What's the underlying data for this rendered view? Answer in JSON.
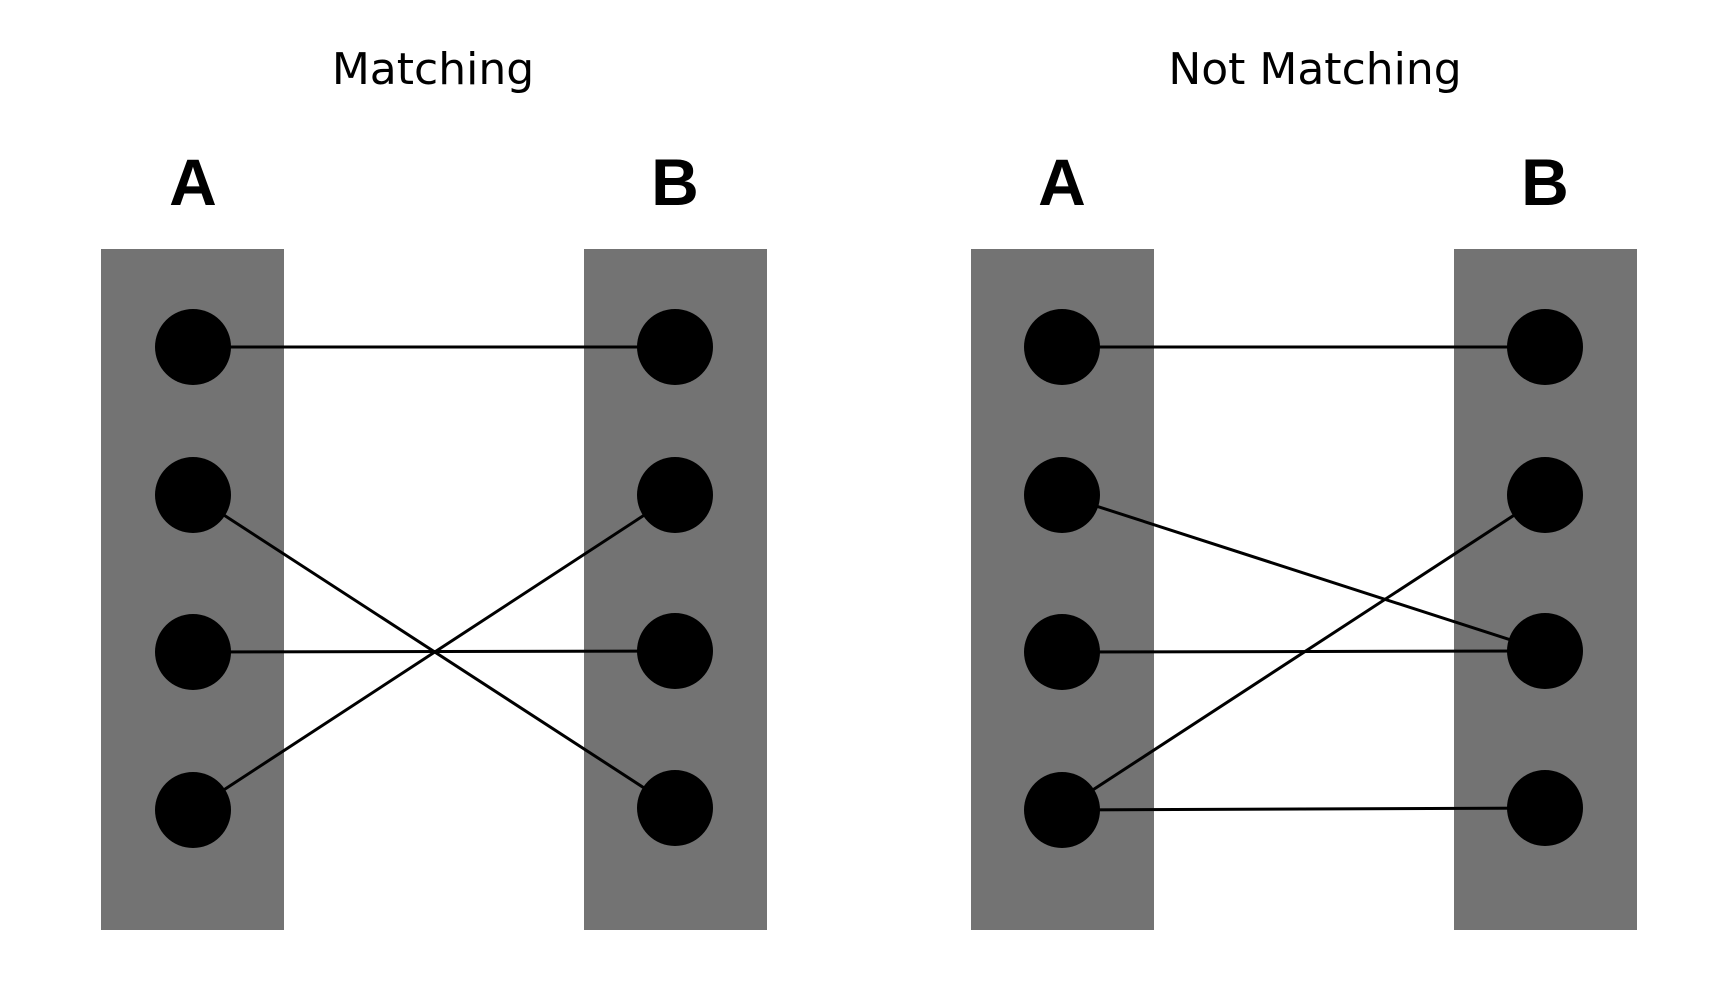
{
  "diagrams": [
    {
      "title": "Matching",
      "left_label": "A",
      "right_label": "B",
      "left_node_count": 4,
      "right_node_count": 4,
      "edges": [
        [
          1,
          1
        ],
        [
          2,
          4
        ],
        [
          3,
          3
        ],
        [
          4,
          2
        ]
      ]
    },
    {
      "title": "Not Matching",
      "left_label": "A",
      "right_label": "B",
      "left_node_count": 4,
      "right_node_count": 4,
      "edges": [
        [
          1,
          1
        ],
        [
          2,
          3
        ],
        [
          3,
          3
        ],
        [
          4,
          2
        ],
        [
          4,
          4
        ]
      ]
    }
  ],
  "colors": {
    "column_fill": "#737373",
    "node_fill": "#000000",
    "edge_stroke": "#000000",
    "background": "#ffffff"
  }
}
